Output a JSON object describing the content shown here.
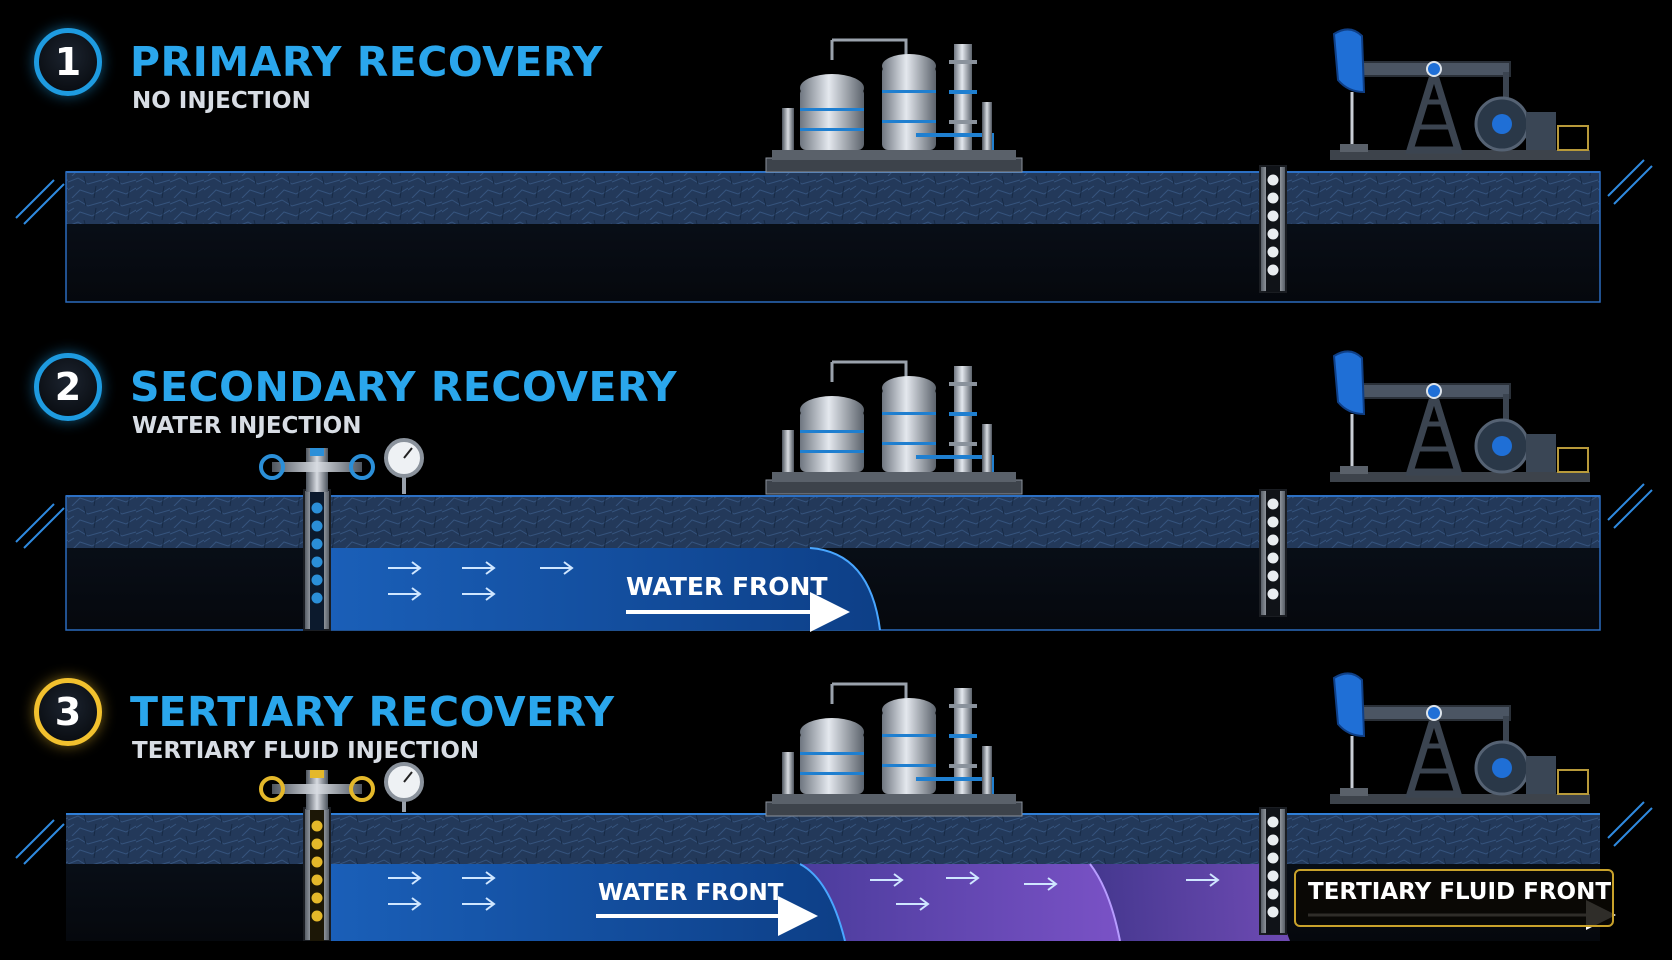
{
  "panels": [
    {
      "number": "1",
      "title": "PRIMARY RECOVERY",
      "subtitle": "NO INJECTION",
      "accent": "#1e9be0"
    },
    {
      "number": "2",
      "title": "SECONDARY RECOVERY",
      "subtitle": "WATER INJECTION",
      "accent": "#1e9be0"
    },
    {
      "number": "3",
      "title": "TERTIARY RECOVERY",
      "subtitle": "TERTIARY FLUID INJECTION",
      "accent": "#f2c12e"
    }
  ],
  "fronts": {
    "water_front_2": "WATER FRONT",
    "water_front_3": "WATER FRONT",
    "tertiary_front": "TERTIARY FLUID FRONT"
  },
  "colors": {
    "water": "#1f6fd6",
    "tertiary_fluid": "#7b4fc4",
    "rock": "#2a4468",
    "valve_blue": "#2b8fd8",
    "valve_gold": "#e4b82a"
  },
  "icons": [
    "processing-plant-icon",
    "pumpjack-icon",
    "wellhead-valve-icon",
    "pressure-gauge-icon"
  ]
}
